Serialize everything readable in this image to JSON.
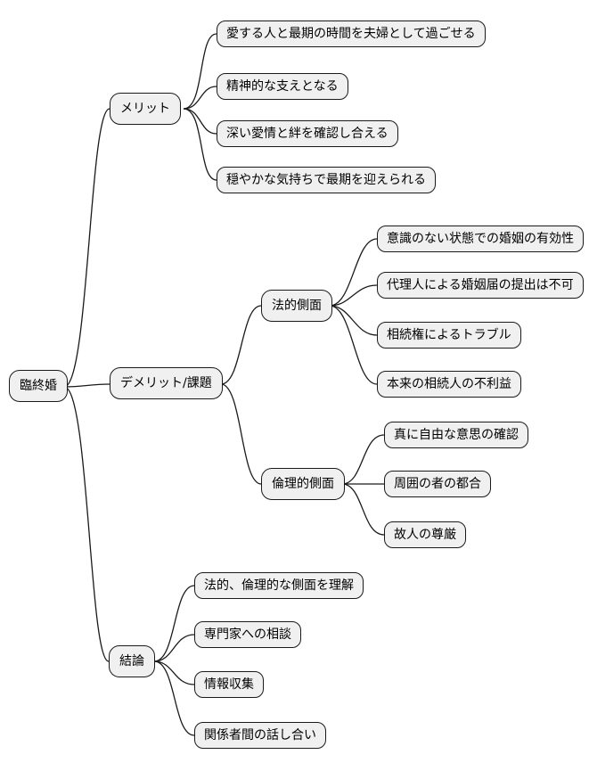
{
  "mindmap": {
    "root": {
      "label": "臨終婚"
    },
    "branches": [
      {
        "label": "メリット",
        "children": [
          {
            "label": "愛する人と最期の時間を夫婦として過ごせる"
          },
          {
            "label": "精神的な支えとなる"
          },
          {
            "label": "深い愛情と絆を確認し合える"
          },
          {
            "label": "穏やかな気持ちで最期を迎えられる"
          }
        ]
      },
      {
        "label": "デメリット/課題",
        "children": [
          {
            "label": "法的側面",
            "children": [
              {
                "label": "意識のない状態での婚姻の有効性"
              },
              {
                "label": "代理人による婚姻届の提出は不可"
              },
              {
                "label": "相続権によるトラブル"
              },
              {
                "label": "本来の相続人の不利益"
              }
            ]
          },
          {
            "label": "倫理的側面",
            "children": [
              {
                "label": "真に自由な意思の確認"
              },
              {
                "label": "周囲の者の都合"
              },
              {
                "label": "故人の尊厳"
              }
            ]
          }
        ]
      },
      {
        "label": "結論",
        "children": [
          {
            "label": "法的、倫理的な側面を理解"
          },
          {
            "label": "専門家への相談"
          },
          {
            "label": "情報収集"
          },
          {
            "label": "関係者間の話し合い"
          }
        ]
      }
    ],
    "colors": {
      "background": "#ffffff",
      "node_fill": "#f0f0f0",
      "node_border": "#1a1a1a",
      "connector": "#1a1a1a"
    }
  }
}
